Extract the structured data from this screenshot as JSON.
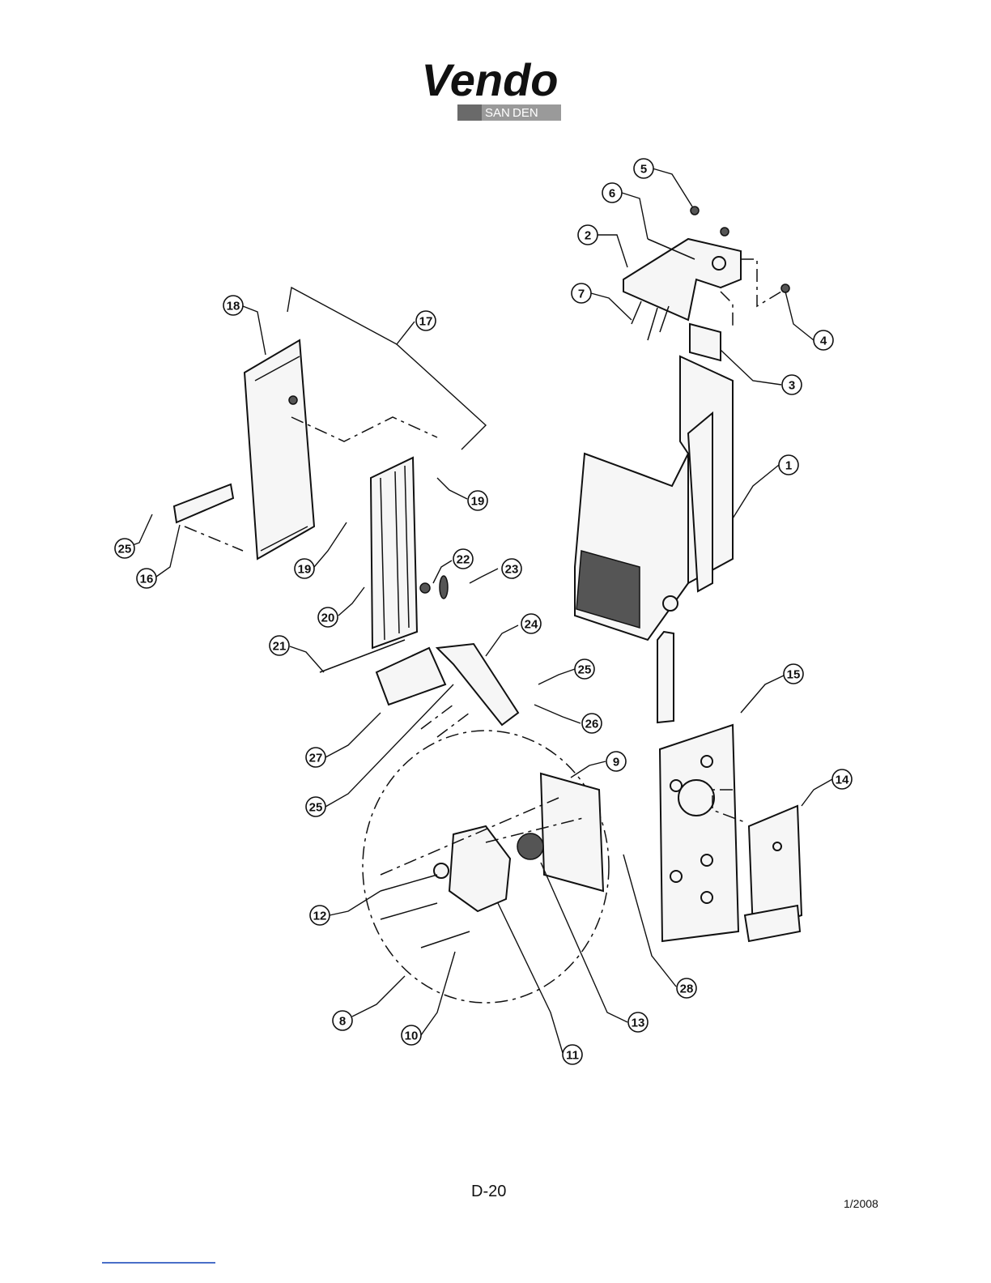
{
  "brand": {
    "name": "Vendo",
    "sub_left": "SAN",
    "sub_right": "DEN"
  },
  "page": {
    "number": "D-20",
    "date": "1/2008"
  },
  "callouts": [
    "1",
    "2",
    "3",
    "4",
    "5",
    "6",
    "7",
    "8",
    "9",
    "10",
    "11",
    "12",
    "13",
    "14",
    "15",
    "16",
    "17",
    "18",
    "19",
    "19",
    "20",
    "21",
    "22",
    "23",
    "24",
    "25",
    "25",
    "25",
    "26",
    "27",
    "28"
  ],
  "colors": {
    "ink": "#111111",
    "logo_bar": "#9a9a9a",
    "footer_rule": "#4a6fc8"
  }
}
